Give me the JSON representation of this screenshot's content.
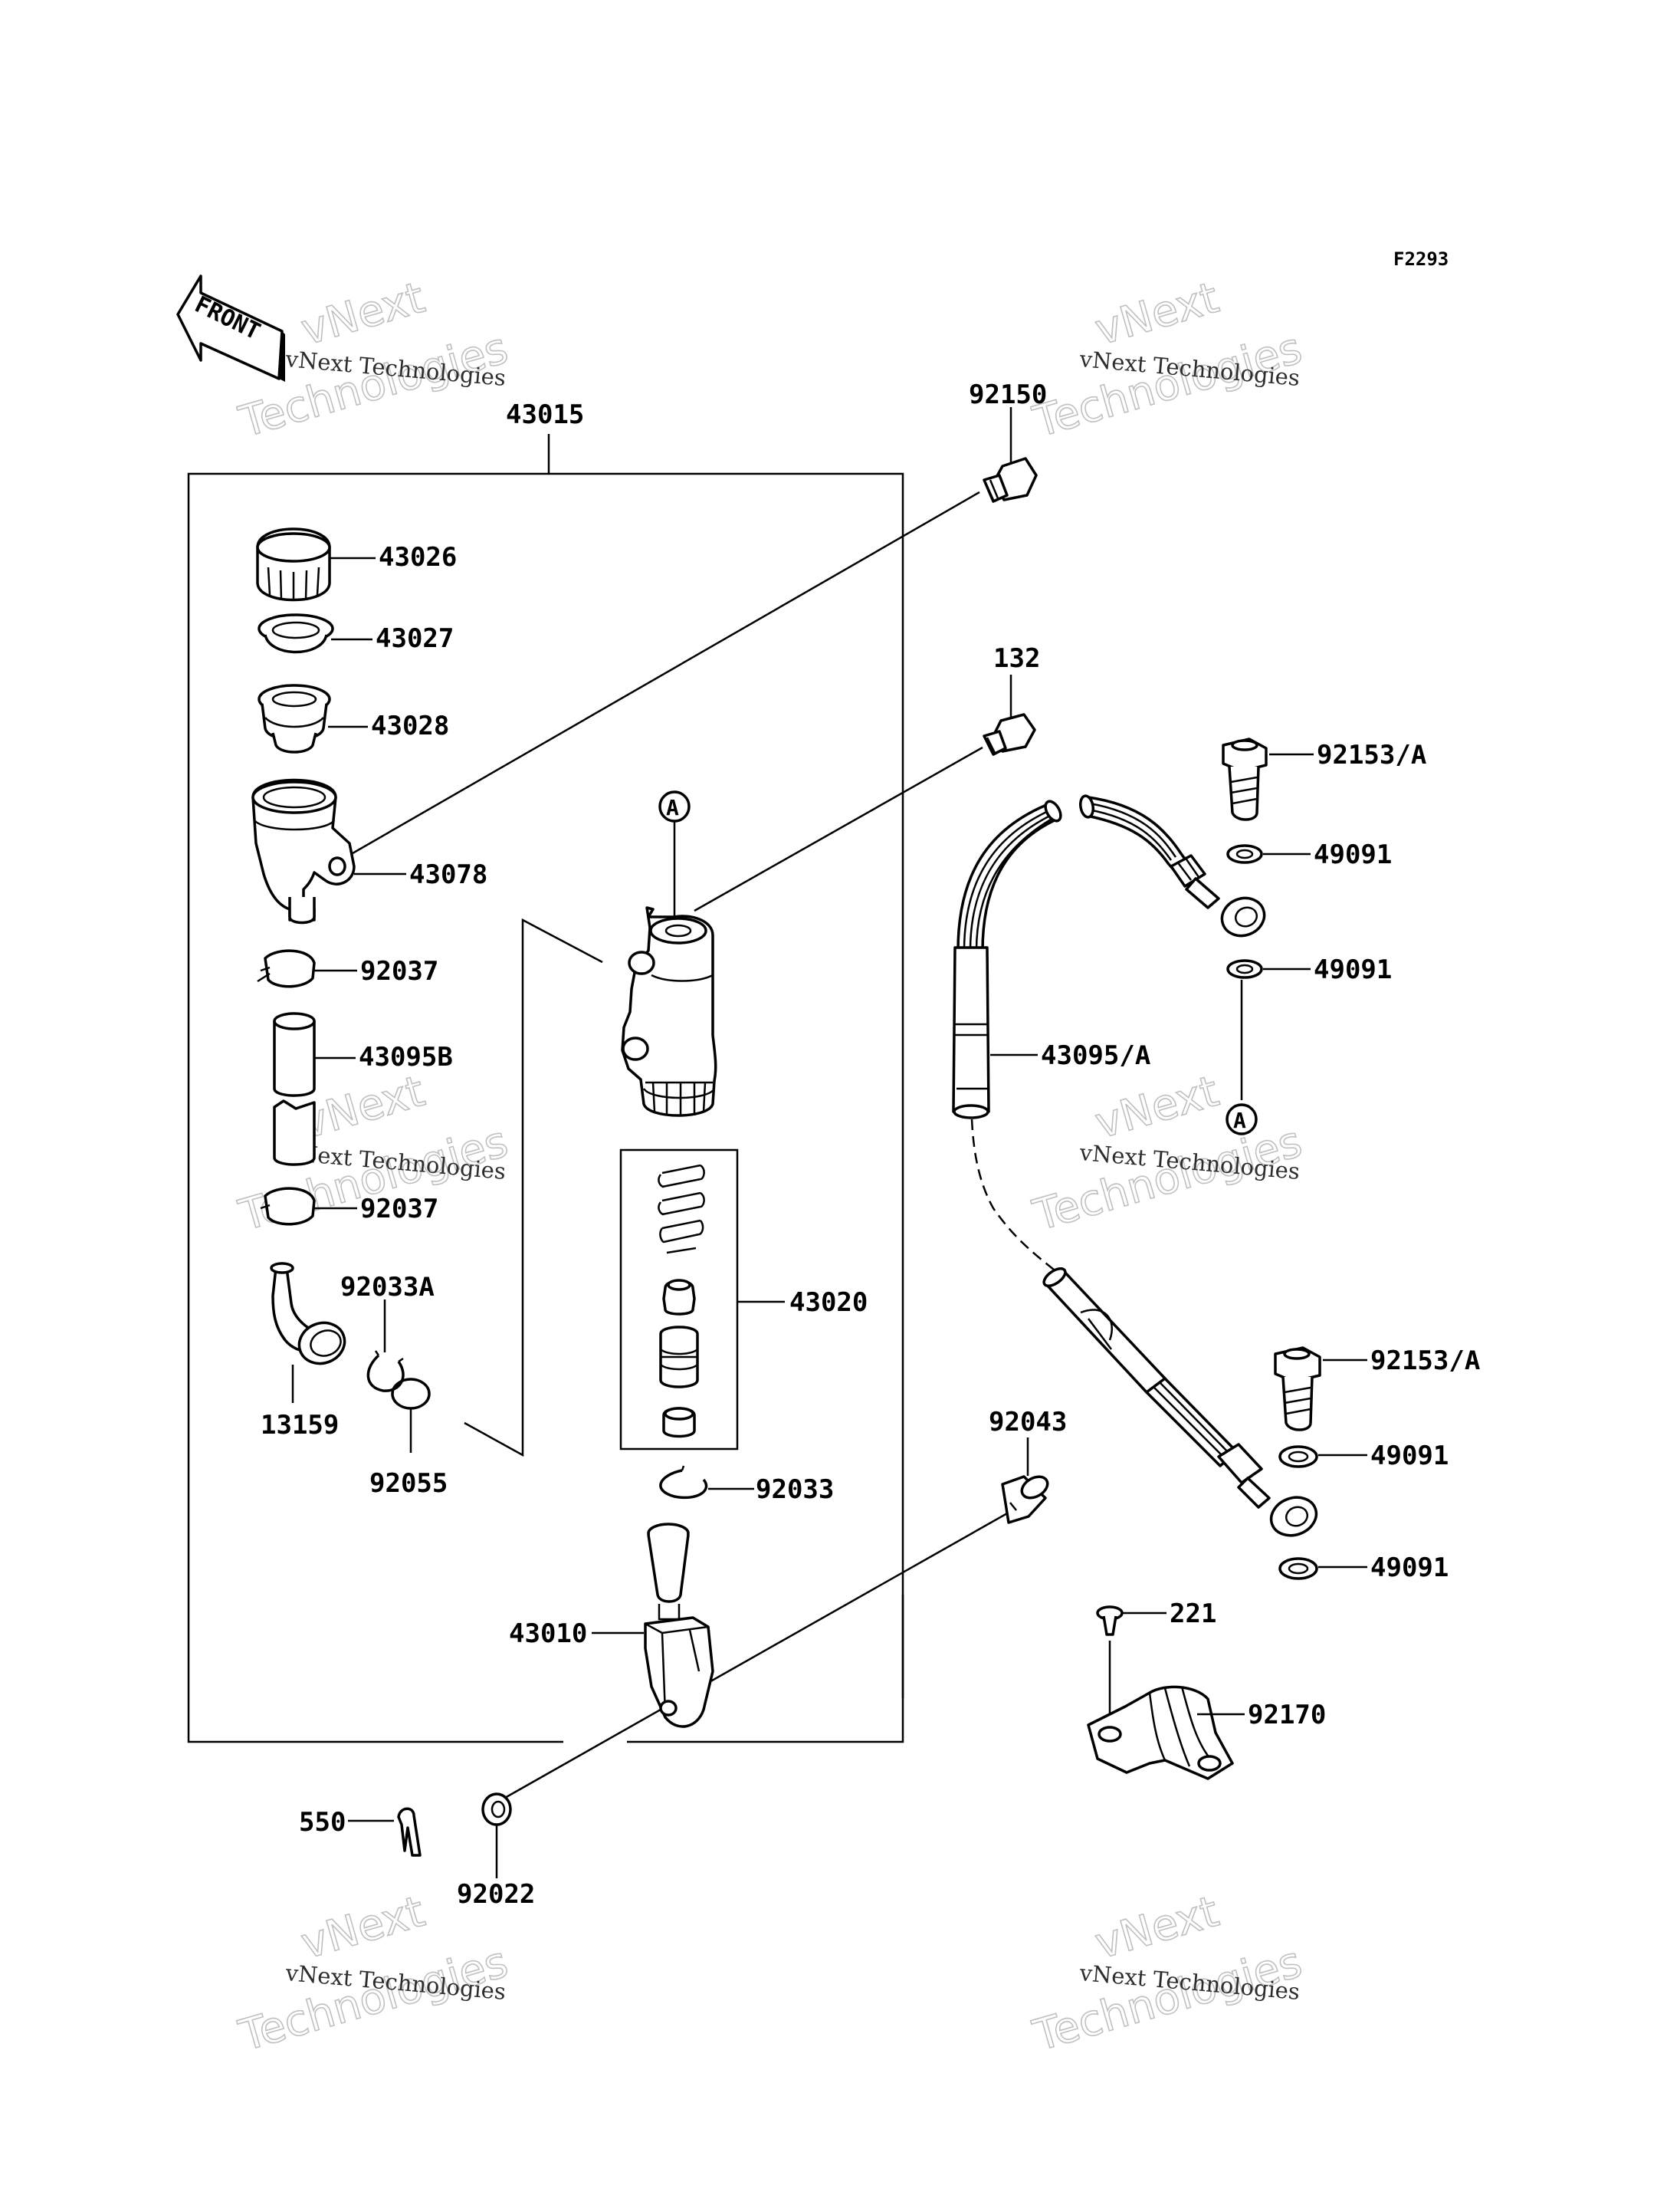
{
  "figure_code": "F2293",
  "front_arrow_label": "FRONT",
  "watermark": {
    "line1": "vNext Technologies",
    "line2": "vNext",
    "line3": "Technologies"
  },
  "callout_letter": "A",
  "parts": [
    {
      "id": "43015",
      "label": "43015"
    },
    {
      "id": "92150",
      "label": "92150"
    },
    {
      "id": "43026",
      "label": "43026"
    },
    {
      "id": "43027",
      "label": "43027"
    },
    {
      "id": "43028",
      "label": "43028"
    },
    {
      "id": "43078",
      "label": "43078"
    },
    {
      "id": "92037a",
      "label": "92037"
    },
    {
      "id": "43095B",
      "label": "43095B"
    },
    {
      "id": "92037b",
      "label": "92037"
    },
    {
      "id": "92033A",
      "label": "92033A"
    },
    {
      "id": "13159",
      "label": "13159"
    },
    {
      "id": "92055",
      "label": "92055"
    },
    {
      "id": "132",
      "label": "132"
    },
    {
      "id": "43020",
      "label": "43020"
    },
    {
      "id": "92033",
      "label": "92033"
    },
    {
      "id": "43010",
      "label": "43010"
    },
    {
      "id": "92043",
      "label": "92043"
    },
    {
      "id": "550",
      "label": "550"
    },
    {
      "id": "92022",
      "label": "92022"
    },
    {
      "id": "92153a",
      "label": "92153/A"
    },
    {
      "id": "49091a",
      "label": "49091"
    },
    {
      "id": "49091b",
      "label": "49091"
    },
    {
      "id": "43095A",
      "label": "43095/A"
    },
    {
      "id": "92153b",
      "label": "92153/A"
    },
    {
      "id": "49091c",
      "label": "49091"
    },
    {
      "id": "49091d",
      "label": "49091"
    },
    {
      "id": "221",
      "label": "221"
    },
    {
      "id": "92170",
      "label": "92170"
    }
  ]
}
